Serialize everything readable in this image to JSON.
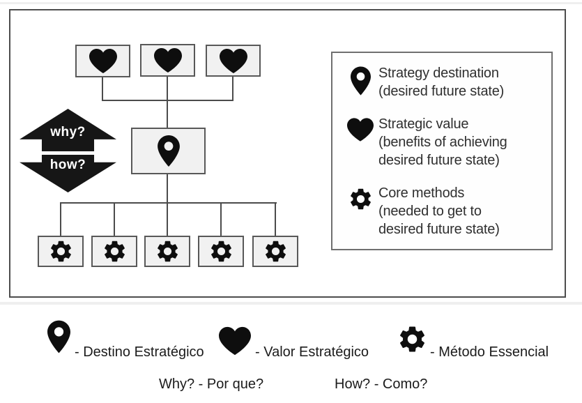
{
  "colors": {
    "ink": "#161616",
    "box_fill": "#f1f1f1",
    "box_border": "#585858",
    "connector": "#4b4b4b"
  },
  "arrows": {
    "why": "why?",
    "how": "how?"
  },
  "tree": {
    "value_nodes": [
      {
        "icon": "heart-icon"
      },
      {
        "icon": "heart-icon"
      },
      {
        "icon": "heart-icon"
      }
    ],
    "destination_node": {
      "icon": "pin-icon"
    },
    "method_nodes": [
      {
        "icon": "gear-icon"
      },
      {
        "icon": "gear-icon"
      },
      {
        "icon": "gear-icon"
      },
      {
        "icon": "gear-icon"
      },
      {
        "icon": "gear-icon"
      }
    ]
  },
  "legend": {
    "items": [
      {
        "icon": "pin-icon",
        "lines": [
          "Strategy destination",
          "(desired future state)"
        ]
      },
      {
        "icon": "heart-icon",
        "lines": [
          "Strategic value",
          "(benefits of achieving",
          "desired future state)"
        ]
      },
      {
        "icon": "gear-icon",
        "lines": [
          "Core methods",
          "(needed to get to",
          "desired future state)"
        ]
      }
    ]
  },
  "glossary": {
    "items": [
      {
        "icon": "pin-icon",
        "label": "- Destino Estratégico"
      },
      {
        "icon": "heart-icon",
        "label": "- Valor Estratégico"
      },
      {
        "icon": "gear-icon",
        "label": "- Método Essencial"
      }
    ],
    "why_translation": "Why? - Por que?",
    "how_translation": "How? - Como?"
  }
}
